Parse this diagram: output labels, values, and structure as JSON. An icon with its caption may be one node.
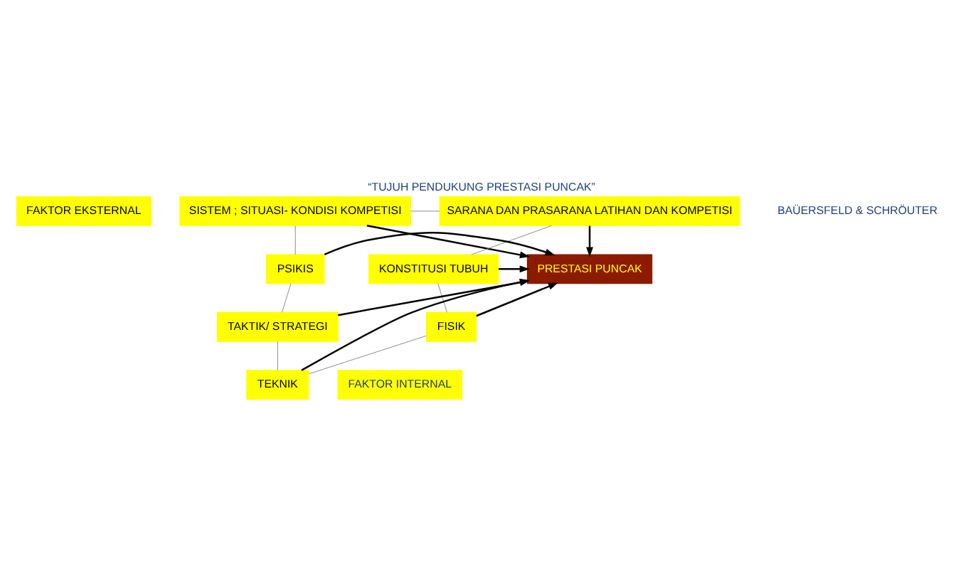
{
  "diagram": {
    "title": "“TUJUH PENDUKUNG PRESTASI PUNCAK”",
    "nodes": [
      {
        "text": [
          "FAKTOR EKSTERNAL"
        ]
      },
      {
        "text": [
          "SISTEM ; SITUASI- KONDISI KOMPETISI"
        ]
      },
      {
        "text": [
          "SARANA DAN PRASARANA LATIHAN DAN KOMPETISI"
        ]
      },
      {
        "text": [
          "PSIKIS"
        ]
      },
      {
        "text": [
          "PRESTASI PUNCAK"
        ]
      },
      {
        "text": [
          "KONSTITUSI TUBUH"
        ]
      },
      {
        "text": [
          "TAKTIK/ STRATEGI"
        ]
      },
      {
        "text": [
          "FISIK"
        ]
      },
      {
        "text": [
          "TEKNIK"
        ]
      },
      {
        "text": [
          "FAKTOR INTERNAL"
        ]
      }
    ],
    "edges": [
      {
        "from": 1,
        "to": 2,
        "arrow": "none"
      },
      {
        "from": 1,
        "to": 4,
        "arrow": "to",
        "color": "#000000"
      },
      {
        "from": 2,
        "to": 4,
        "arrow": "to",
        "color": "#000000"
      },
      {
        "from": 1,
        "to": 3,
        "arrow": "none"
      },
      {
        "from": 2,
        "to": 5,
        "arrow": "none"
      },
      {
        "from": 3,
        "to": 4,
        "arrow": "to",
        "color": "#000000"
      },
      {
        "from": 5,
        "to": 4,
        "arrow": "to",
        "color": "#000000"
      },
      {
        "from": 3,
        "to": 6,
        "arrow": "none"
      },
      {
        "from": 5,
        "to": 7,
        "arrow": "none"
      },
      {
        "from": 6,
        "to": 4,
        "arrow": "to",
        "color": "#000000"
      },
      {
        "from": 7,
        "to": 4,
        "arrow": "to",
        "color": "#000000"
      },
      {
        "from": 8,
        "to": 4,
        "arrow": "to",
        "color": "#000000"
      },
      {
        "from": 6,
        "to": 8,
        "arrow": "none"
      },
      {
        "from": 8,
        "to": 7,
        "arrow": "none"
      }
    ],
    "labels": [
      "BAÜERSFELD & SCHRÖUTER"
    ]
  }
}
